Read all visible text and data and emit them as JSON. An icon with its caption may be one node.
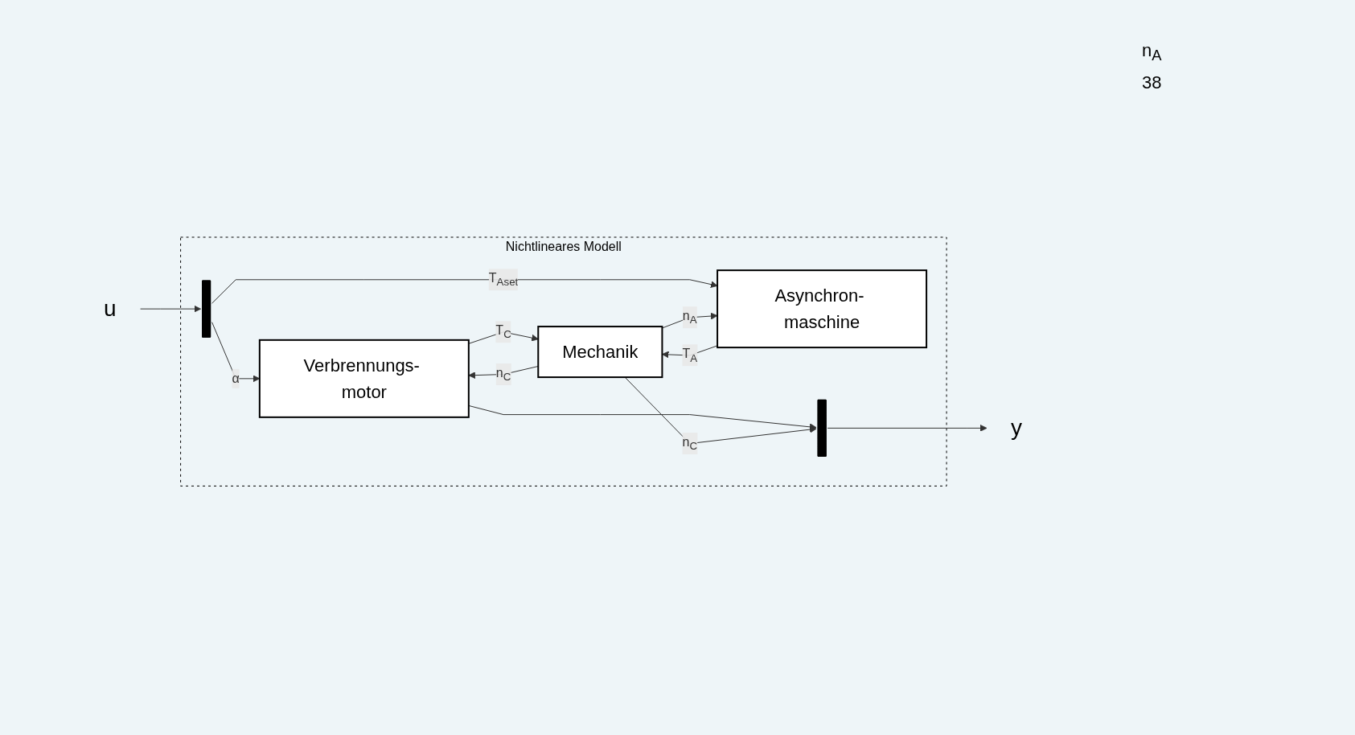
{
  "diagram": {
    "nodes": [
      {
        "text": [
          "Nichtlineares Modell"
        ]
      },
      {
        "text": [
          "u"
        ]
      },
      {
        "text": [],
        "shape": "bar",
        "in": 0
      },
      {
        "text": [
          "Verbrennungs- motor"
        ],
        "in": 0
      },
      {
        "text": [
          "Asynchron- maschine"
        ],
        "in": 0
      },
      {
        "text": [
          "Mechanik"
        ],
        "in": 0
      },
      {
        "text": [],
        "shape": "bar",
        "in": 0
      },
      {
        "text": [
          "y"
        ]
      }
    ],
    "edges": [
      {
        "from": 1,
        "to": 2,
        "arrow": "to"
      },
      {
        "from": 2,
        "to": 3,
        "arrow": "to",
        "label": "α"
      },
      {
        "from": 2,
        "to": 4,
        "arrow": "to",
        "label": "T$_{A}$$_{set}$"
      },
      {
        "from": 3,
        "to": 5,
        "arrow": "to",
        "label": "T$_{C}$"
      },
      {
        "from": 3,
        "to": 6,
        "arrow": "to"
      },
      {
        "from": 4,
        "to": 5,
        "arrow": "to",
        "label": "T$_{A}$"
      },
      {
        "from": 5,
        "to": 3,
        "arrow": "to",
        "label": "n$_{C}$"
      },
      {
        "from": 5,
        "to": 6,
        "arrow": "to",
        "label": "n$_{C}$"
      },
      {
        "from": 5,
        "to": 4,
        "arrow": "to",
        "label": "n$_{A}$"
      },
      {
        "from": 6,
        "to": 7,
        "arrow": "to"
      }
    ],
    "labels": [
      "n$_{A}$",
      "38"
    ]
  }
}
